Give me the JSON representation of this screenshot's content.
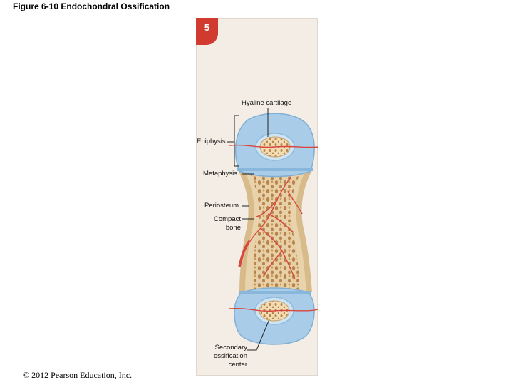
{
  "figure": {
    "title": "Figure 6-10  Endochondral Ossification",
    "step_number": "5",
    "copyright": "© 2012 Pearson Education, Inc."
  },
  "labels": {
    "hyaline_cartilage": "Hyaline cartilage",
    "epiphysis": "Epiphysis",
    "metaphysis": "Metaphysis",
    "periosteum": "Periosteum",
    "compact_bone_line1": "Compact",
    "compact_bone_line2": "bone",
    "secondary_line1": "Secondary",
    "secondary_line2": "ossification",
    "secondary_line3": "center"
  },
  "colors": {
    "cartilage": "#a9cde8",
    "bone_tan": "#e7cfa7",
    "trabecular": "#c99a5c",
    "vessel": "#d9463d",
    "badge": "#d03a2f"
  }
}
